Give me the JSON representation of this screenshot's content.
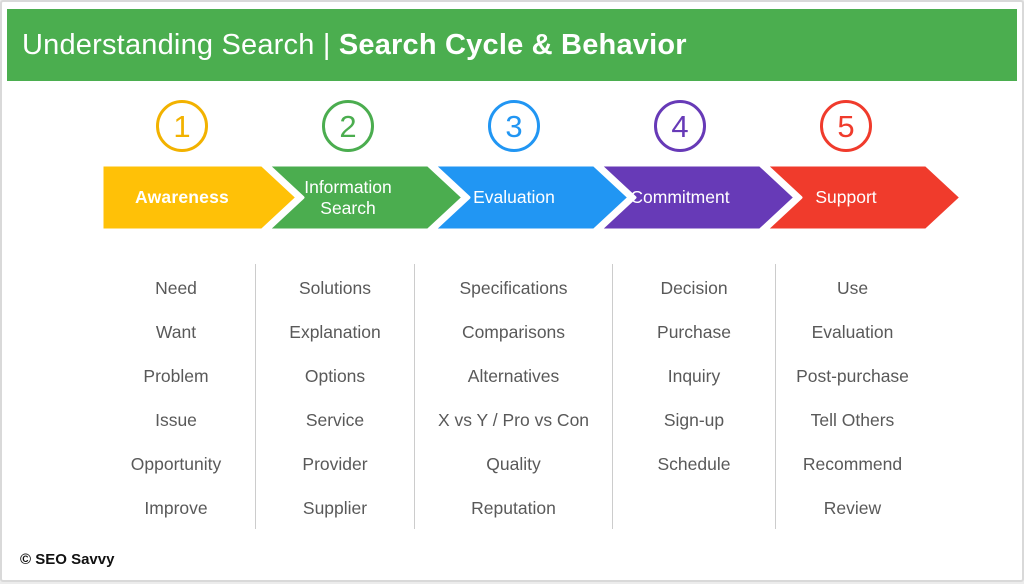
{
  "slide": {
    "title_prefix": "Understanding Search",
    "title_separator": " | ",
    "title_emphasis": "Search Cycle & Behavior",
    "header_bg": "#4BAE4F",
    "footer": "© SEO Savvy"
  },
  "stages": [
    {
      "number": "1",
      "label": "Awareness",
      "color": "#FFC107",
      "circle_color": "#F2B200",
      "items": [
        "Need",
        "Want",
        "Problem",
        "Issue",
        "Opportunity",
        "Improve"
      ]
    },
    {
      "number": "2",
      "label": "Information Search",
      "color": "#4BAD4F",
      "circle_color": "#4BAD4F",
      "items": [
        "Solutions",
        "Explanation",
        "Options",
        "Service",
        "Provider",
        "Supplier"
      ]
    },
    {
      "number": "3",
      "label": "Evaluation",
      "color": "#2196F3",
      "circle_color": "#2196F3",
      "items": [
        "Specifications",
        "Comparisons",
        "Alternatives",
        "X vs Y / Pro vs Con",
        "Quality",
        "Reputation"
      ]
    },
    {
      "number": "4",
      "label": "Commitment",
      "color": "#673AB7",
      "circle_color": "#673AB7",
      "items": [
        "Decision",
        "Purchase",
        "Inquiry",
        "Sign-up",
        "Schedule"
      ]
    },
    {
      "number": "5",
      "label": "Support",
      "color": "#F03B2C",
      "circle_color": "#F03B2C",
      "items": [
        "Use",
        "Evaluation",
        "Post-purchase",
        "Tell Others",
        "Recommend",
        "Review"
      ]
    }
  ]
}
